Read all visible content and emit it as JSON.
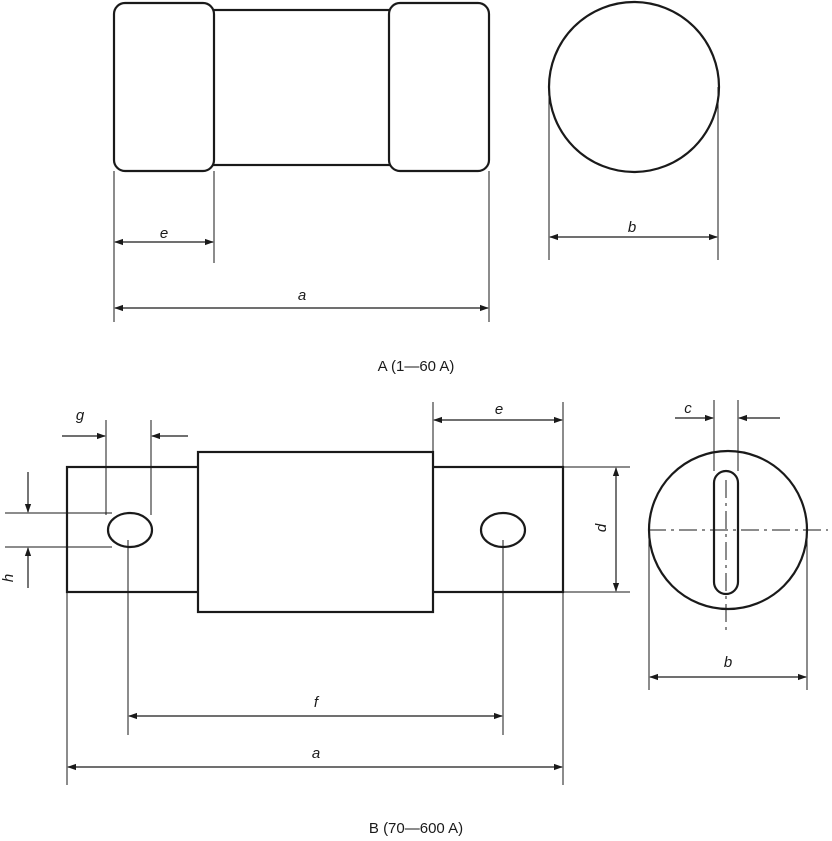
{
  "captions": {
    "a": "A (1—60 A)",
    "b": "B (70—600 A)"
  },
  "dimensions": {
    "a": "a",
    "b": "b",
    "c": "c",
    "d": "d",
    "e": "e",
    "f": "f",
    "g": "g",
    "h": "h"
  }
}
